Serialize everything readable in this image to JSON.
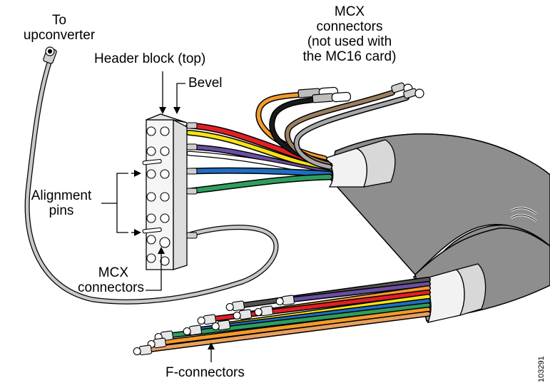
{
  "labels": {
    "to_upconverter": [
      "To",
      "upconverter"
    ],
    "header_block": "Header block (top)",
    "bevel": "Bevel",
    "mcx_top": [
      "MCX",
      "connectors",
      "(not used with",
      "the MC16 card)"
    ],
    "alignment_pins": [
      "Alignment",
      "pins"
    ],
    "mcx_bottom": [
      "MCX",
      "connectors"
    ],
    "f_connectors": "F-connectors",
    "figure_number": "103291"
  },
  "colors": {
    "cable_gray": "#8e8e8e",
    "cable_dark": "#7a7a7a",
    "wire_red": "#e21f26",
    "wire_yellow": "#f6e313",
    "wire_blue": "#1f6fc1",
    "wire_green": "#2e9e5e",
    "wire_purple": "#6a4fa3",
    "wire_orange": "#f39a2b",
    "wire_black": "#1a1a1a",
    "wire_tan": "#9a8060",
    "wire_gray": "#a8a8a8"
  }
}
